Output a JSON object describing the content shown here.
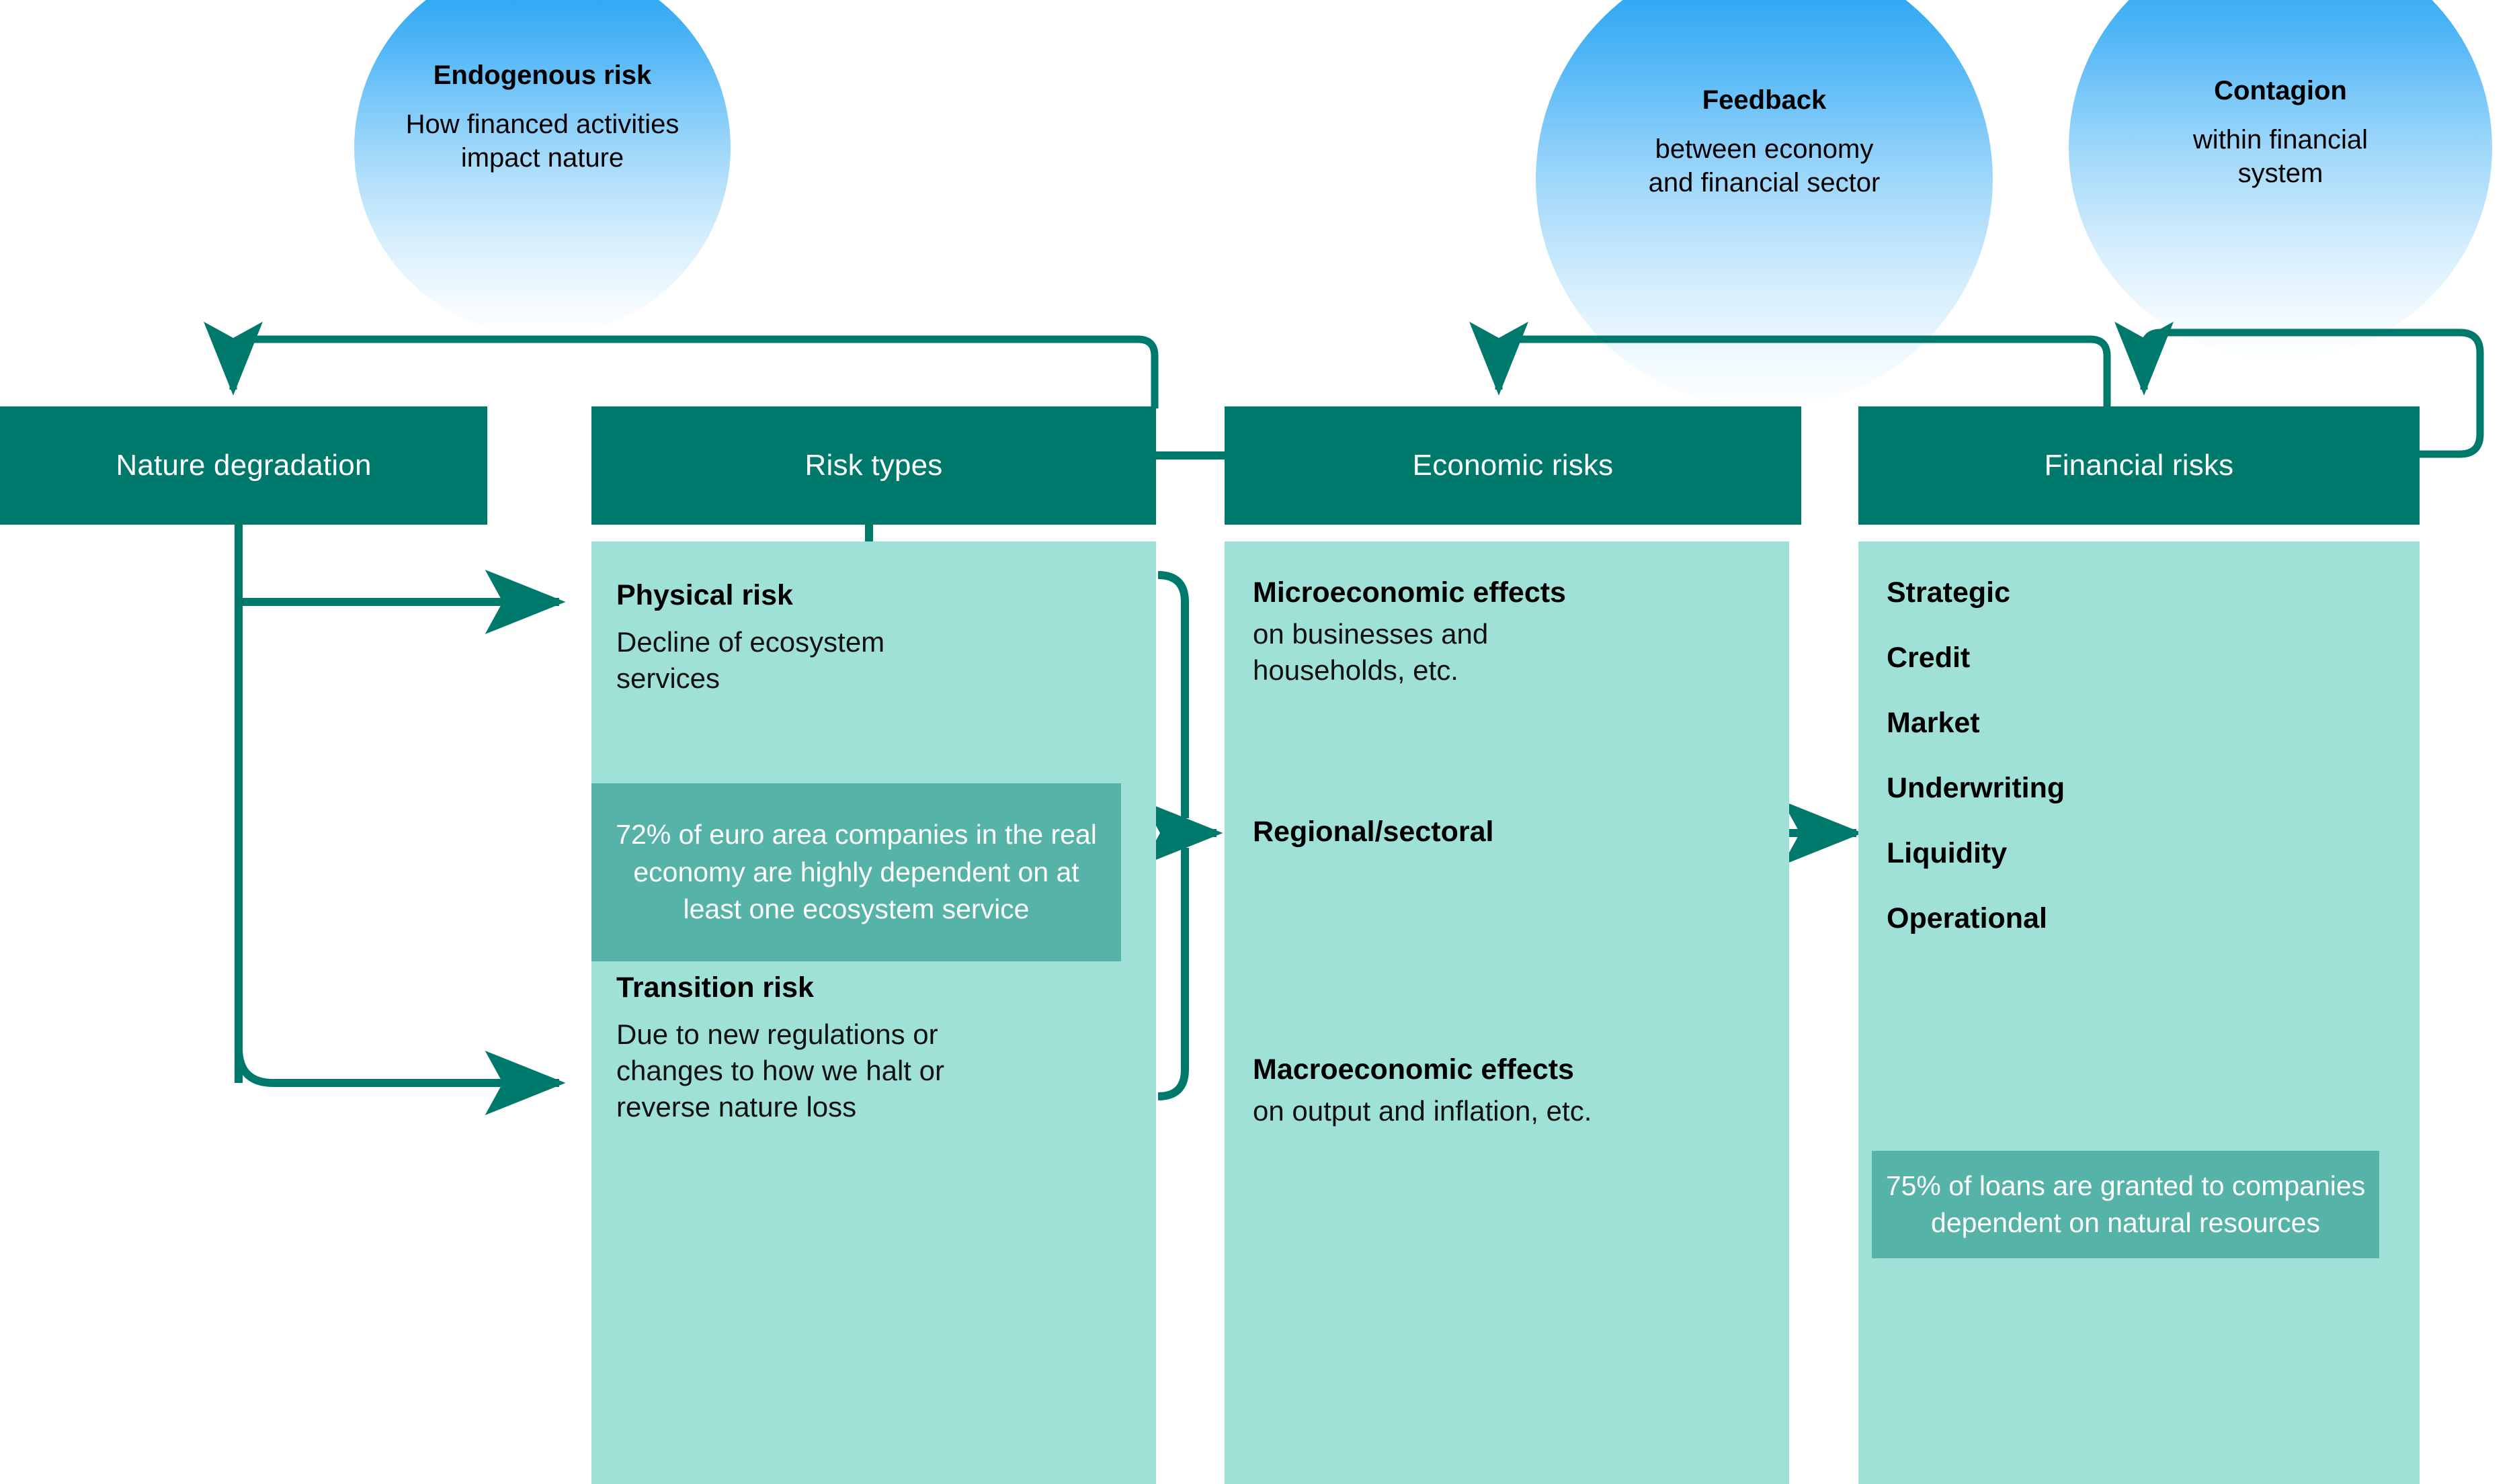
{
  "bubbles": [
    {
      "id": "endogenous-risk",
      "title": "Endogenous risk",
      "subtitle_line1": "How financed activities",
      "subtitle_line2": "impact nature"
    },
    {
      "id": "feedback",
      "title": "Feedback",
      "subtitle_line1": "between economy",
      "subtitle_line2": "and financial sector"
    },
    {
      "id": "contagion",
      "title": "Contagion",
      "subtitle_line1": "within financial",
      "subtitle_line2": "system"
    }
  ],
  "headers": {
    "nature_degradation": "Nature degradation",
    "risk_types": "Risk types",
    "economic_risks": "Economic risks",
    "financial_risks": "Financial risks"
  },
  "risk_types_panel": {
    "physical_risk_title": "Physical risk",
    "physical_risk_text_line1": "Decline of ecosystem",
    "physical_risk_text_line2": "services",
    "stat_72": "72% of euro area companies in the real economy are highly dependent on at least one ecosystem service",
    "transition_risk_title": "Transition risk",
    "transition_risk_text_line1": "Due to new regulations or",
    "transition_risk_text_line2": "changes to how we halt or",
    "transition_risk_text_line3": "reverse nature loss"
  },
  "economic_risks_panel": {
    "micro_title": "Microeconomic effects",
    "micro_text_line1": "on businesses and",
    "micro_text_line2": "households, etc.",
    "regional_title": "Regional/sectoral",
    "macro_title": "Macroeconomic effects",
    "macro_text_line1": "on output and inflation, etc."
  },
  "financial_risks_panel": {
    "items": [
      "Strategic",
      "Credit",
      "Market",
      "Underwriting",
      "Liquidity",
      "Operational"
    ],
    "stat_75": "75% of loans are granted to companies dependent on natural resources"
  },
  "colors": {
    "header_teal": "#00796d",
    "panel_light_teal": "#9fe1d6",
    "stat_box_teal": "#55b3a7",
    "connector_teal": "#00796d",
    "bubble_blue_top": "#1b9df2",
    "bubble_blue_bottom": "#ffffff"
  }
}
